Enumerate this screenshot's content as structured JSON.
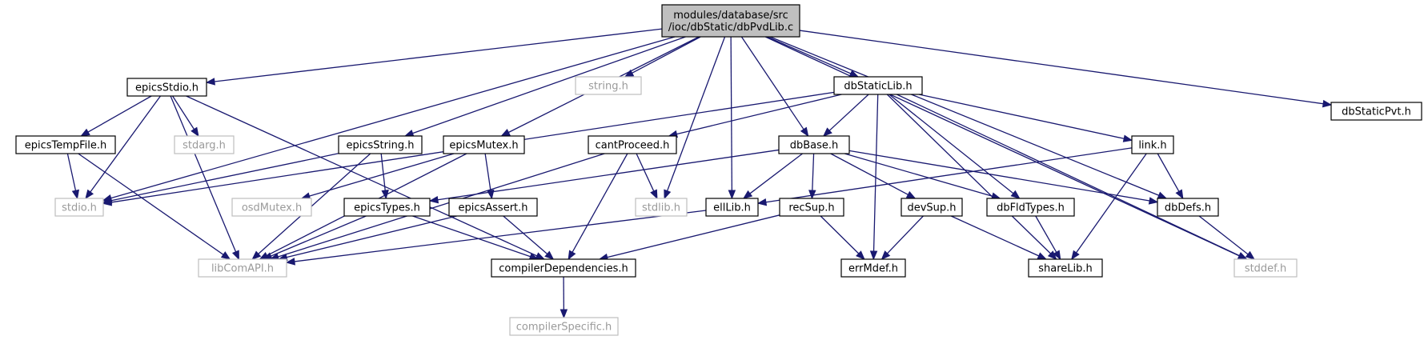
{
  "graph": {
    "nodes": [
      {
        "id": "root",
        "lines": [
          "modules/database/src",
          "/ioc/dbStatic/dbPvdLib.c"
        ],
        "kind": "root"
      },
      {
        "id": "epicsStdio",
        "lines": [
          "epicsStdio.h"
        ],
        "kind": "hdr"
      },
      {
        "id": "string",
        "lines": [
          "string.h"
        ],
        "kind": "sys"
      },
      {
        "id": "dbStaticLib",
        "lines": [
          "dbStaticLib.h"
        ],
        "kind": "hdr"
      },
      {
        "id": "dbStaticPvt",
        "lines": [
          "dbStaticPvt.h"
        ],
        "kind": "hdr"
      },
      {
        "id": "epicsTempFile",
        "lines": [
          "epicsTempFile.h"
        ],
        "kind": "hdr"
      },
      {
        "id": "stdarg",
        "lines": [
          "stdarg.h"
        ],
        "kind": "sys"
      },
      {
        "id": "epicsString",
        "lines": [
          "epicsString.h"
        ],
        "kind": "hdr"
      },
      {
        "id": "epicsMutex",
        "lines": [
          "epicsMutex.h"
        ],
        "kind": "hdr"
      },
      {
        "id": "cantProceed",
        "lines": [
          "cantProceed.h"
        ],
        "kind": "hdr"
      },
      {
        "id": "dbBase",
        "lines": [
          "dbBase.h"
        ],
        "kind": "hdr"
      },
      {
        "id": "link",
        "lines": [
          "link.h"
        ],
        "kind": "hdr"
      },
      {
        "id": "stdio",
        "lines": [
          "stdio.h"
        ],
        "kind": "sys"
      },
      {
        "id": "osdMutex",
        "lines": [
          "osdMutex.h"
        ],
        "kind": "sys"
      },
      {
        "id": "epicsTypes",
        "lines": [
          "epicsTypes.h"
        ],
        "kind": "hdr"
      },
      {
        "id": "epicsAssert",
        "lines": [
          "epicsAssert.h"
        ],
        "kind": "hdr"
      },
      {
        "id": "stdlib",
        "lines": [
          "stdlib.h"
        ],
        "kind": "sys"
      },
      {
        "id": "ellLib",
        "lines": [
          "ellLib.h"
        ],
        "kind": "hdr"
      },
      {
        "id": "recSup",
        "lines": [
          "recSup.h"
        ],
        "kind": "hdr"
      },
      {
        "id": "devSup",
        "lines": [
          "devSup.h"
        ],
        "kind": "hdr"
      },
      {
        "id": "dbFldTypes",
        "lines": [
          "dbFldTypes.h"
        ],
        "kind": "hdr"
      },
      {
        "id": "dbDefs",
        "lines": [
          "dbDefs.h"
        ],
        "kind": "hdr"
      },
      {
        "id": "libComAPI",
        "lines": [
          "libComAPI.h"
        ],
        "kind": "sys"
      },
      {
        "id": "compilerDependencies",
        "lines": [
          "compilerDependencies.h"
        ],
        "kind": "hdr"
      },
      {
        "id": "errMdef",
        "lines": [
          "errMdef.h"
        ],
        "kind": "hdr"
      },
      {
        "id": "shareLib",
        "lines": [
          "shareLib.h"
        ],
        "kind": "hdr"
      },
      {
        "id": "stddef",
        "lines": [
          "stddef.h"
        ],
        "kind": "sys"
      },
      {
        "id": "compilerSpecific",
        "lines": [
          "compilerSpecific.h"
        ],
        "kind": "sys"
      }
    ],
    "edges": [
      [
        "root",
        "epicsStdio"
      ],
      [
        "root",
        "string"
      ],
      [
        "root",
        "dbStaticLib"
      ],
      [
        "root",
        "dbStaticPvt"
      ],
      [
        "root",
        "stdio"
      ],
      [
        "root",
        "epicsString"
      ],
      [
        "root",
        "epicsMutex"
      ],
      [
        "root",
        "stdlib"
      ],
      [
        "root",
        "ellLib"
      ],
      [
        "root",
        "dbBase"
      ],
      [
        "root",
        "dbDefs"
      ],
      [
        "root",
        "stddef"
      ],
      [
        "epicsStdio",
        "epicsTempFile"
      ],
      [
        "epicsStdio",
        "stdarg"
      ],
      [
        "epicsStdio",
        "stdio"
      ],
      [
        "epicsStdio",
        "libComAPI"
      ],
      [
        "epicsStdio",
        "compilerDependencies"
      ],
      [
        "epicsTempFile",
        "stdio"
      ],
      [
        "epicsTempFile",
        "libComAPI"
      ],
      [
        "epicsString",
        "stdio"
      ],
      [
        "epicsString",
        "epicsTypes"
      ],
      [
        "epicsString",
        "libComAPI"
      ],
      [
        "epicsMutex",
        "osdMutex"
      ],
      [
        "epicsMutex",
        "epicsAssert"
      ],
      [
        "epicsMutex",
        "libComAPI"
      ],
      [
        "epicsTypes",
        "libComAPI"
      ],
      [
        "epicsTypes",
        "compilerDependencies"
      ],
      [
        "epicsAssert",
        "libComAPI"
      ],
      [
        "epicsAssert",
        "compilerDependencies"
      ],
      [
        "cantProceed",
        "stdlib"
      ],
      [
        "cantProceed",
        "libComAPI"
      ],
      [
        "cantProceed",
        "compilerDependencies"
      ],
      [
        "dbStaticLib",
        "stdio"
      ],
      [
        "dbStaticLib",
        "cantProceed"
      ],
      [
        "dbStaticLib",
        "dbBase"
      ],
      [
        "dbStaticLib",
        "link"
      ],
      [
        "dbStaticLib",
        "errMdef"
      ],
      [
        "dbStaticLib",
        "dbFldTypes"
      ],
      [
        "dbStaticLib",
        "shareLib"
      ],
      [
        "dbStaticLib",
        "stddef"
      ],
      [
        "dbBase",
        "epicsTypes"
      ],
      [
        "dbBase",
        "ellLib"
      ],
      [
        "dbBase",
        "recSup"
      ],
      [
        "dbBase",
        "devSup"
      ],
      [
        "dbBase",
        "dbFldTypes"
      ],
      [
        "dbBase",
        "dbDefs"
      ],
      [
        "link",
        "ellLib"
      ],
      [
        "link",
        "dbDefs"
      ],
      [
        "link",
        "shareLib"
      ],
      [
        "ellLib",
        "libComAPI"
      ],
      [
        "recSup",
        "errMdef"
      ],
      [
        "recSup",
        "compilerDependencies"
      ],
      [
        "devSup",
        "errMdef"
      ],
      [
        "devSup",
        "shareLib"
      ],
      [
        "dbFldTypes",
        "shareLib"
      ],
      [
        "dbDefs",
        "stddef"
      ],
      [
        "compilerDependencies",
        "compilerSpecific"
      ]
    ],
    "colors": {
      "edge": "#191970",
      "root_fill": "#bfbfbf",
      "header_border": "#000000",
      "system_border": "#bfbfbf",
      "system_text": "#9a9a9a"
    }
  }
}
